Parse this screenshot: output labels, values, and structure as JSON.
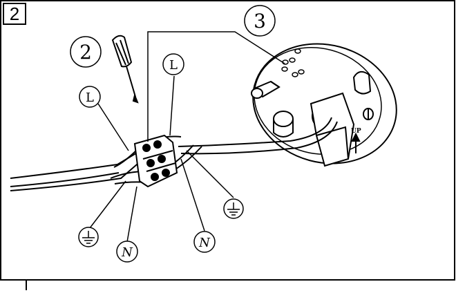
{
  "step": {
    "number": "2"
  },
  "callouts": {
    "screwdriver": "2",
    "base": "3"
  },
  "labels": {
    "live_top": "L",
    "live_left": "L",
    "neutral_left": "N",
    "neutral_right": "N",
    "up_marking": "UP"
  },
  "icons": {
    "earth_left": "earth-ground-icon",
    "earth_right": "earth-ground-icon"
  },
  "colors": {
    "line": "#000000",
    "background": "#ffffff"
  }
}
